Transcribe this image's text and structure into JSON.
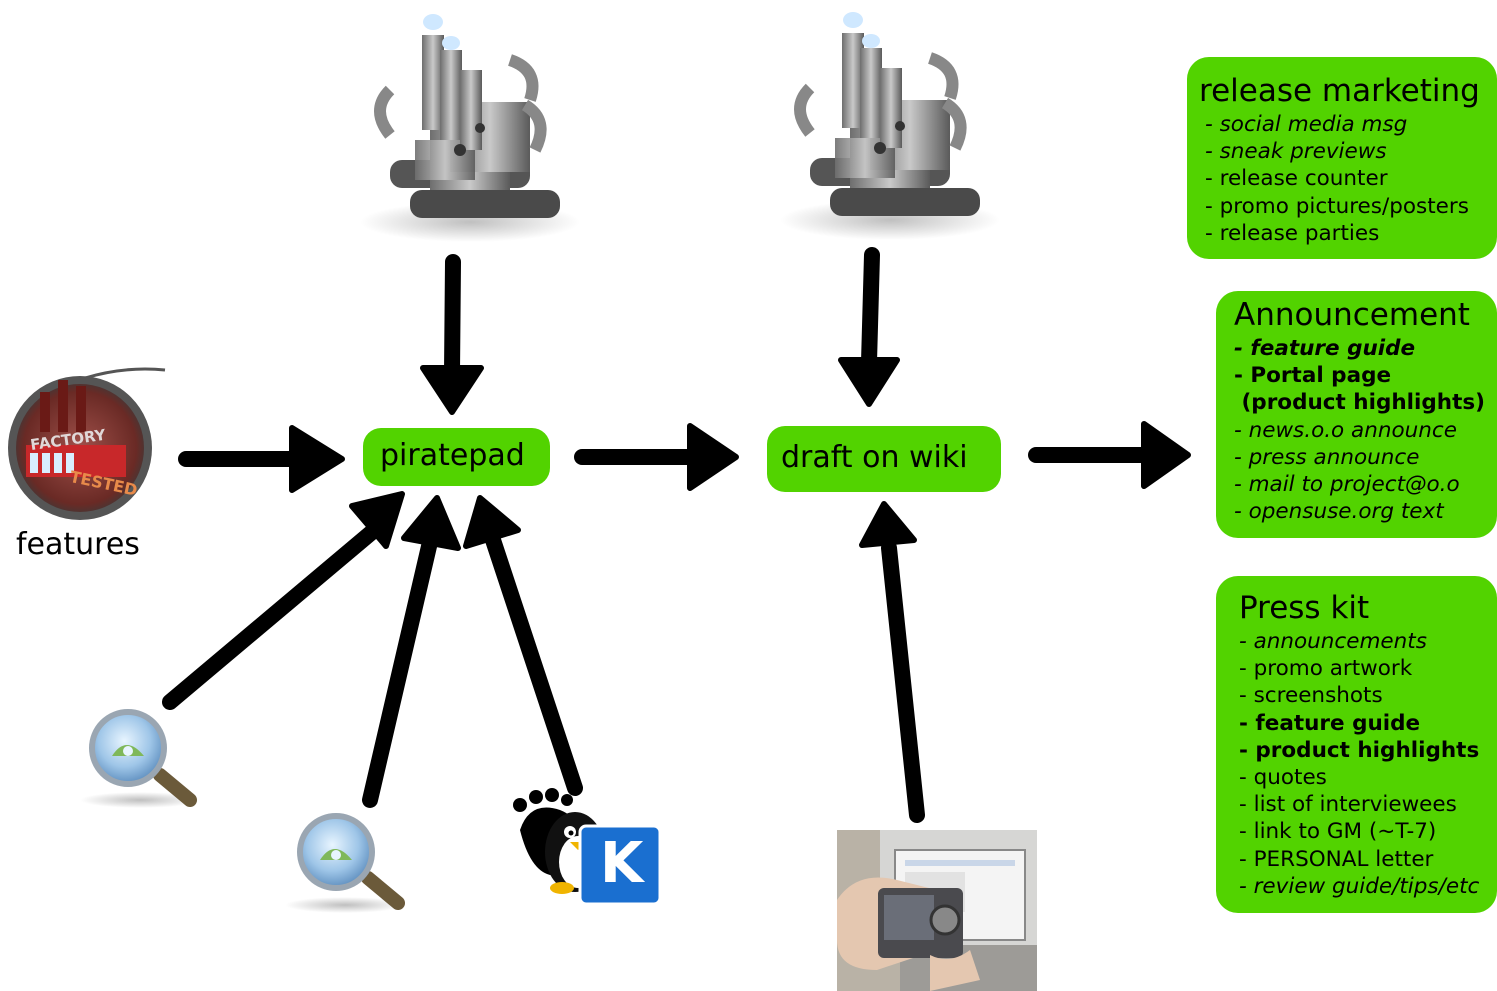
{
  "nodes": {
    "piratepad": "piratepad",
    "wiki": "draft on wiki"
  },
  "features_label": "features",
  "factory_logo": {
    "top_text": "FACTORY",
    "stamp_text": "TESTED"
  },
  "panels": {
    "release_marketing": {
      "title": "release marketing",
      "items": [
        {
          "text": "- social media msg",
          "style": "italic"
        },
        {
          "text": "- sneak previews",
          "style": "italic"
        },
        {
          "text": "- release counter",
          "style": "normal"
        },
        {
          "text": "- promo pictures/posters",
          "style": "normal"
        },
        {
          "text": "- release parties",
          "style": "normal"
        }
      ]
    },
    "announcement": {
      "title": "Announcement",
      "items": [
        {
          "text": "- feature guide",
          "style": "bold-italic"
        },
        {
          "text": "- Portal page",
          "style": "bold"
        },
        {
          "text": " (product highlights)",
          "style": "bold"
        },
        {
          "text": "- news.o.o announce",
          "style": "italic"
        },
        {
          "text": "- press announce",
          "style": "italic"
        },
        {
          "text": "- mail to project@o.o",
          "style": "italic"
        },
        {
          "text": "- opensuse.org text",
          "style": "italic"
        }
      ]
    },
    "press_kit": {
      "title": "Press kit",
      "items": [
        {
          "text": "- announcements",
          "style": "italic"
        },
        {
          "text": "- promo artwork",
          "style": "normal"
        },
        {
          "text": "- screenshots",
          "style": "normal"
        },
        {
          "text": "- feature guide",
          "style": "bold"
        },
        {
          "text": "- product highlights",
          "style": "bold"
        },
        {
          "text": "- quotes",
          "style": "normal"
        },
        {
          "text": "- list of interviewees",
          "style": "normal"
        },
        {
          "text": "- link to GM (~T-7)",
          "style": "normal"
        },
        {
          "text": "- PERSONAL letter",
          "style": "normal"
        },
        {
          "text": "- review guide/tips/etc",
          "style": "italic"
        }
      ]
    }
  },
  "icons": {
    "robot_left": "robot-factory-icon",
    "robot_right": "robot-factory-icon",
    "factory": "factory-tested-icon",
    "search_1": "magnifier-icon",
    "search_2": "magnifier-icon",
    "gnome_tux_kde": "gnome-tux-kde-icon",
    "photo": "camera-photo-icon",
    "kde_letter": "K"
  },
  "colors": {
    "node_green": "#52d300",
    "arrow": "#000000",
    "kde_blue": "#1a6fd0"
  }
}
